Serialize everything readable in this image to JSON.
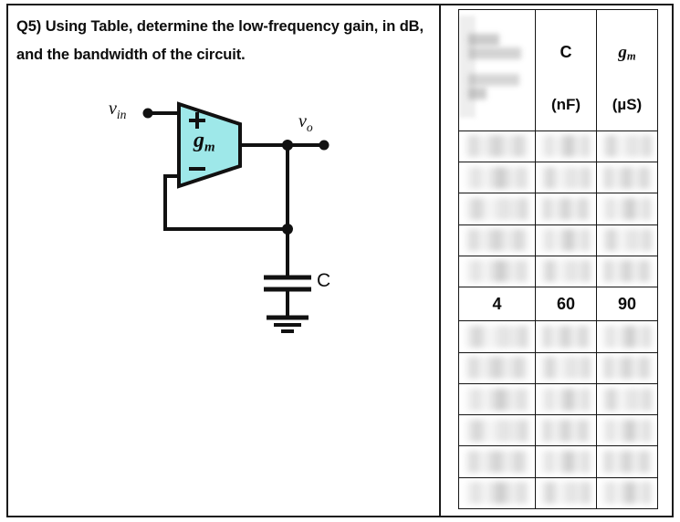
{
  "question": {
    "label": "Q5)",
    "text": "Q5) Using Table, determine the low-frequency gain, in dB, and the bandwidth of the circuit."
  },
  "circuit": {
    "input_label": "v_in",
    "input_label_base": "v",
    "input_label_sub": "in",
    "output_label_base": "v",
    "output_label_sub": "o",
    "amplifier_label_base": "g",
    "amplifier_label_sub": "m",
    "plus_terminal": "+",
    "minus_terminal": "−",
    "capacitor_label": "C",
    "amplifier_fill": "#9EE8E9",
    "wire_color": "#111111"
  },
  "table": {
    "columns": [
      {
        "symbol": "",
        "unit": "",
        "redacted": true
      },
      {
        "symbol": "C",
        "unit": "(nF)",
        "redacted": false
      },
      {
        "symbol": "g",
        "symbol_sub": "m",
        "unit": "(µS)",
        "redacted": false
      }
    ],
    "upper_rows": [
      {
        "cells": [
          "",
          "",
          ""
        ],
        "redacted": true
      },
      {
        "cells": [
          "",
          "",
          ""
        ],
        "redacted": true
      },
      {
        "cells": [
          "",
          "",
          ""
        ],
        "redacted": true
      },
      {
        "cells": [
          "",
          "",
          ""
        ],
        "redacted": true
      },
      {
        "cells": [
          "",
          "",
          ""
        ],
        "redacted": true
      }
    ],
    "value_row": {
      "cells": [
        "4",
        "60",
        "90"
      ],
      "redacted": false
    },
    "lower_rows": [
      {
        "cells": [
          "",
          "",
          ""
        ],
        "redacted": true
      },
      {
        "cells": [
          "",
          "",
          ""
        ],
        "redacted": true
      },
      {
        "cells": [
          "",
          "",
          ""
        ],
        "redacted": true
      },
      {
        "cells": [
          "",
          "",
          ""
        ],
        "redacted": true
      },
      {
        "cells": [
          "",
          "",
          ""
        ],
        "redacted": true
      },
      {
        "cells": [
          "",
          "",
          ""
        ],
        "redacted": true
      }
    ]
  },
  "colors": {
    "border": "#1b1b1b",
    "text": "#0d0d0d",
    "amplifier": "#9EE8E9",
    "background": "#ffffff"
  }
}
